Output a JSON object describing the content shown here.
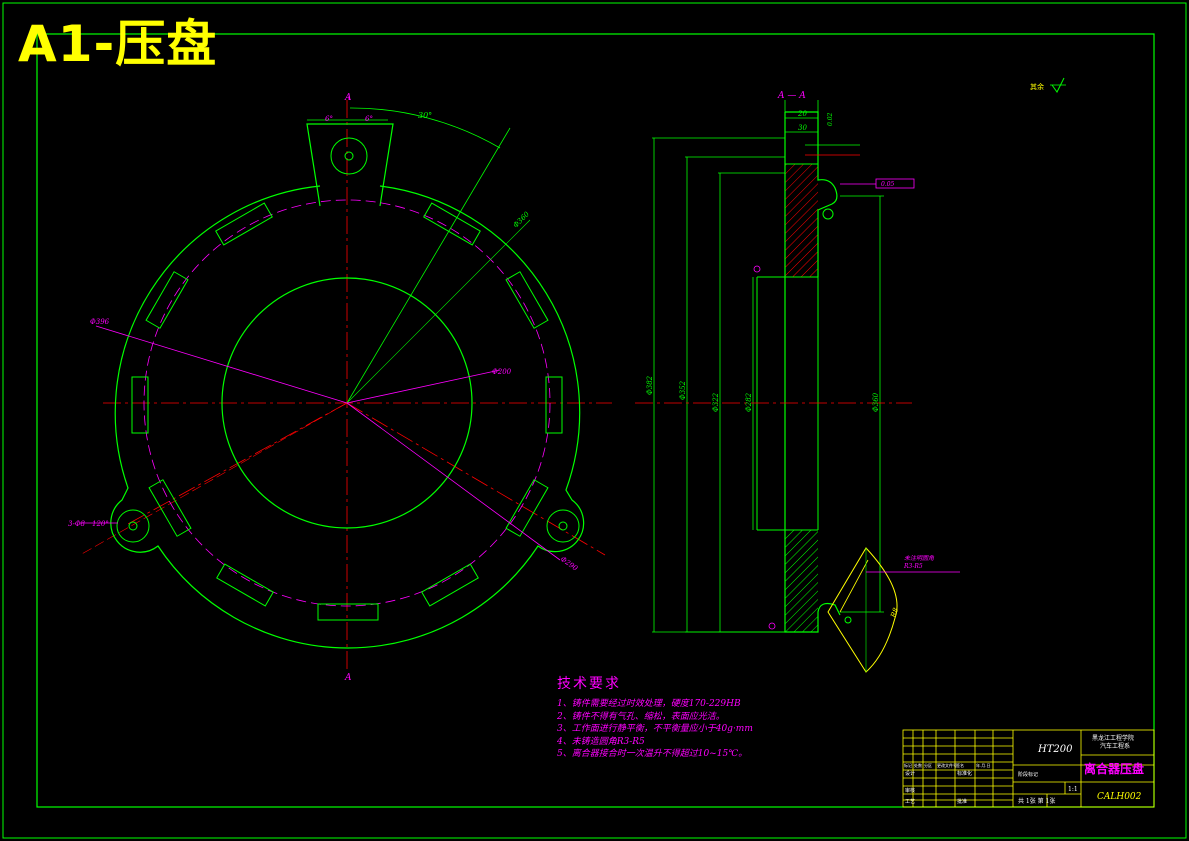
{
  "sheet_title": "A1-压盘",
  "section_label": "A — A",
  "section_marker": "A",
  "roughness_note": "其余",
  "technical_requirements": {
    "title": "技术要求",
    "items": [
      "1、铸件需要经过时效处理，硬度170-229HB",
      "2、铸件不得有气孔、缩松，表面应光洁。",
      "3、工作面进行静平衡，不平衡量应小于40g·mm",
      "4、未铸造圆角R3-R5",
      "5、离合器接合时一次温升不得超过10~15℃。"
    ]
  },
  "title_block": {
    "material": "HT200",
    "school": "黑龙江工程学院",
    "department": "汽车工程系",
    "part_name": "离合器压盘",
    "drawing_no": "CALH002",
    "scale": "1:1",
    "sheet_info": "共 1张  第 1张",
    "rows": [
      "标记",
      "处数",
      "分区",
      "更改文件号",
      "签名",
      "年.月.日"
    ],
    "roles": [
      "设计",
      "标准化",
      "审核",
      "工艺",
      "批准"
    ],
    "stage_label": "阶段标记",
    "weight_label": "重量",
    "ratio_label": "比例"
  },
  "dimensions": {
    "angle_top": "30°",
    "angle_left": "6°",
    "angle_right": "6°",
    "dia_top_right": "Φ360",
    "dia_left": "Φ396",
    "dia_mid": "Φ200",
    "dia_bottom_right": "Φ290",
    "hole_left": "3-Φ8",
    "hole_left_angle": "120°",
    "side_dia_1": "Φ382",
    "side_dia_2": "Φ352",
    "side_dia_3": "Φ322",
    "side_dia_4": "Φ282",
    "side_dia_5": "Φ360",
    "thickness_1": "20",
    "thickness_2": "30",
    "flatness": "0.02",
    "detail_label": "R8",
    "detail_note_1": "未注明圆角",
    "detail_note_2": "R3-R5",
    "gd_t": "0.05"
  },
  "colors": {
    "frame": "#00ff00",
    "centerline": "#ff0000",
    "dimension": "#ff00ff",
    "title": "#ffff00",
    "hatch": "#ff0000",
    "background": "#000000"
  }
}
